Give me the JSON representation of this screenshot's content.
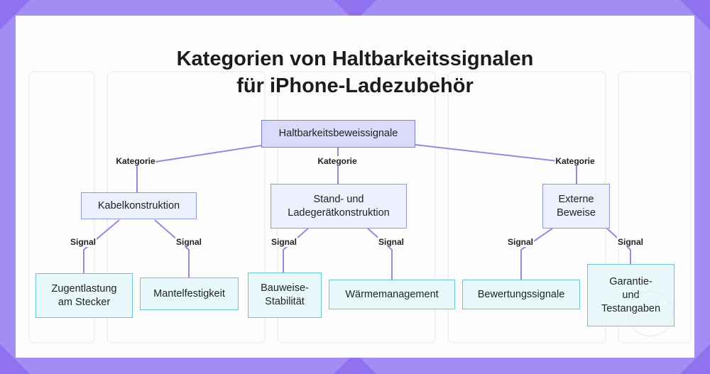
{
  "title": {
    "line1": "Kategorien von Haltbarkeitssignalen",
    "line2": "für iPhone-Ladezubehör"
  },
  "nodes": {
    "root": "Haltbarkeitsbeweissignale",
    "cat_cable": "Kabelkonstruktion",
    "cat_charger": "Stand- und\nLadegerätkonstruktion",
    "cat_external": "Externe\nBeweise",
    "leaf_strain": "Zugentlastung\nam Stecker",
    "leaf_jacket": "Mantelfestigkeit",
    "leaf_build": "Bauweise-\nStabilität",
    "leaf_heat": "Wärmemanagement",
    "leaf_reviews": "Bewertungssignale",
    "leaf_warranty": "Garantie-\nund\nTestangaben"
  },
  "edge_labels": {
    "category": "Kategorie",
    "signal": "Signal"
  },
  "colors": {
    "background": "#a48cf5",
    "edge": "#9d86d8",
    "root_fill": "#d9dbf8",
    "category_fill": "#eef0fe",
    "leaf_fill": "#e9f9fb",
    "leaf_border": "#67c6d4"
  }
}
